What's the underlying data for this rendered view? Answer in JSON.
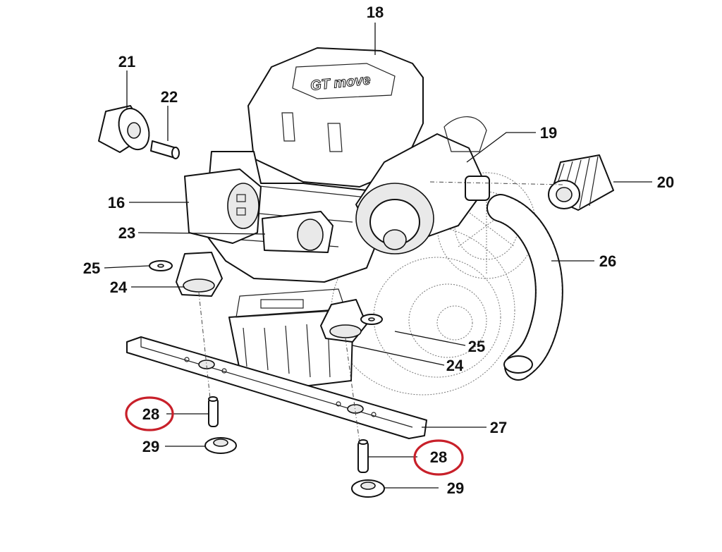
{
  "callouts": [
    {
      "id": "c18",
      "label": "18"
    },
    {
      "id": "c21",
      "label": "21"
    },
    {
      "id": "c22",
      "label": "22"
    },
    {
      "id": "c19",
      "label": "19"
    },
    {
      "id": "c20",
      "label": "20"
    },
    {
      "id": "c16",
      "label": "16"
    },
    {
      "id": "c23",
      "label": "23"
    },
    {
      "id": "c25a",
      "label": "25"
    },
    {
      "id": "c24a",
      "label": "24"
    },
    {
      "id": "c26",
      "label": "26"
    },
    {
      "id": "c25b",
      "label": "25"
    },
    {
      "id": "c24b",
      "label": "24"
    },
    {
      "id": "c27",
      "label": "27"
    },
    {
      "id": "c28a",
      "label": "28"
    },
    {
      "id": "c29a",
      "label": "29"
    },
    {
      "id": "c28b",
      "label": "28"
    },
    {
      "id": "c29b",
      "label": "29"
    }
  ],
  "logo_text": "GT move",
  "highlight_color": "#c8202a"
}
